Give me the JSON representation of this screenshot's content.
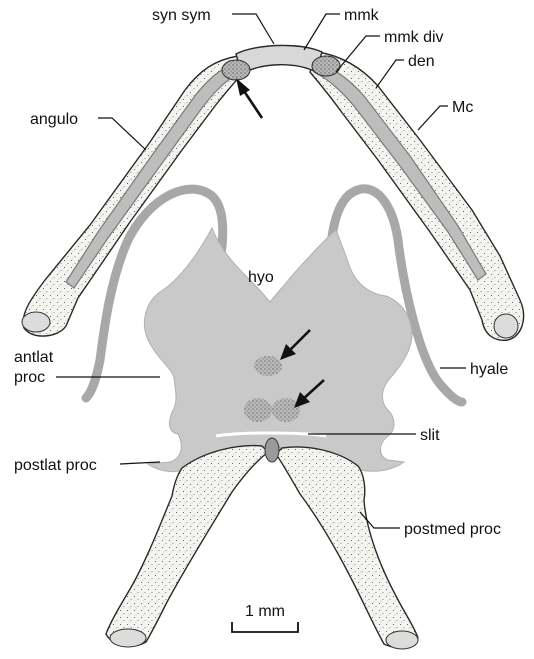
{
  "figure": {
    "labels": {
      "syn_sym": "syn sym",
      "mmk": "mmk",
      "mmk_div": "mmk div",
      "den": "den",
      "angulo": "angulo",
      "mc": "Mc",
      "hyo": "hyo",
      "antlat_proc_line1": "antlat",
      "antlat_proc_line2": "proc",
      "hyale": "hyale",
      "slit": "slit",
      "postlat_proc": "postlat proc",
      "postmed_proc": "postmed proc"
    },
    "scale_bar": {
      "label": "1 mm"
    },
    "colors": {
      "cartilage": "#bdbdbd",
      "hyoid_plate": "#c9c9c9",
      "bone": "#f4f4f0",
      "ink": "#111111"
    }
  }
}
